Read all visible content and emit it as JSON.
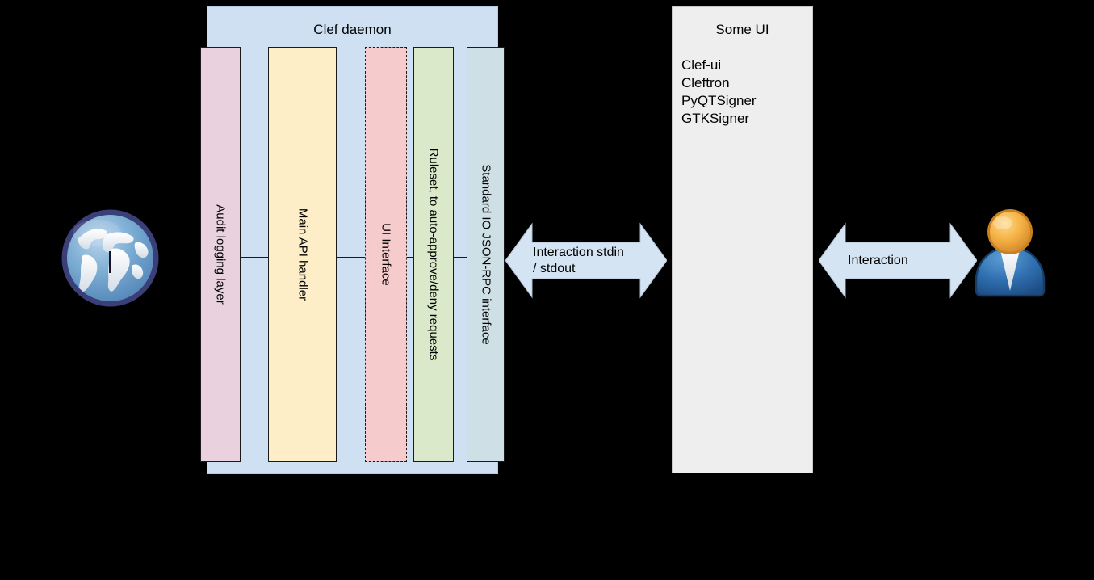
{
  "diagram": {
    "background_color": "#000000",
    "daemon": {
      "title": "Clef daemon",
      "panel_color": "#cfe0f3",
      "components": [
        {
          "label": "Audit logging layer",
          "color": "#e9d1de",
          "border": "solid"
        },
        {
          "label": "Main API handler",
          "color": "#fdeec8",
          "border": "solid"
        },
        {
          "label": "UI Interface",
          "color": "#f6cbcb",
          "border": "dashed"
        },
        {
          "label": "Ruleset, to auto-approve/deny requests",
          "color": "#d9e9c9",
          "border": "solid"
        },
        {
          "label": "Standard IO JSON-RPC interface",
          "color": "#cedfe6",
          "border": "solid"
        }
      ]
    },
    "some_ui": {
      "title": "Some UI",
      "panel_color": "#eeeeee",
      "items": [
        "Clef-ui",
        "Cleftron",
        "PyQTSigner",
        "GTKSigner"
      ]
    },
    "arrows": [
      {
        "name": "daemon-to-ui",
        "line1": "Interaction stdin",
        "line2": "/ stdout",
        "color": "#d5e4f3"
      },
      {
        "name": "ui-to-user",
        "line1": "Interaction",
        "line2": "",
        "color": "#d5e4f3"
      }
    ],
    "icons": {
      "internet": "globe-icon",
      "user": "user-icon"
    }
  }
}
